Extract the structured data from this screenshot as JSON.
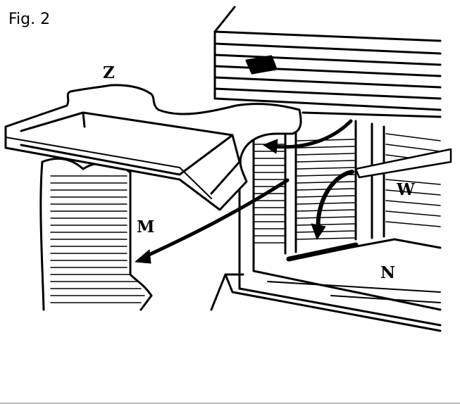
{
  "figure": {
    "title": "Fig. 2",
    "labels": {
      "z": "Z",
      "m": "M",
      "w": "W",
      "n": "N"
    }
  }
}
